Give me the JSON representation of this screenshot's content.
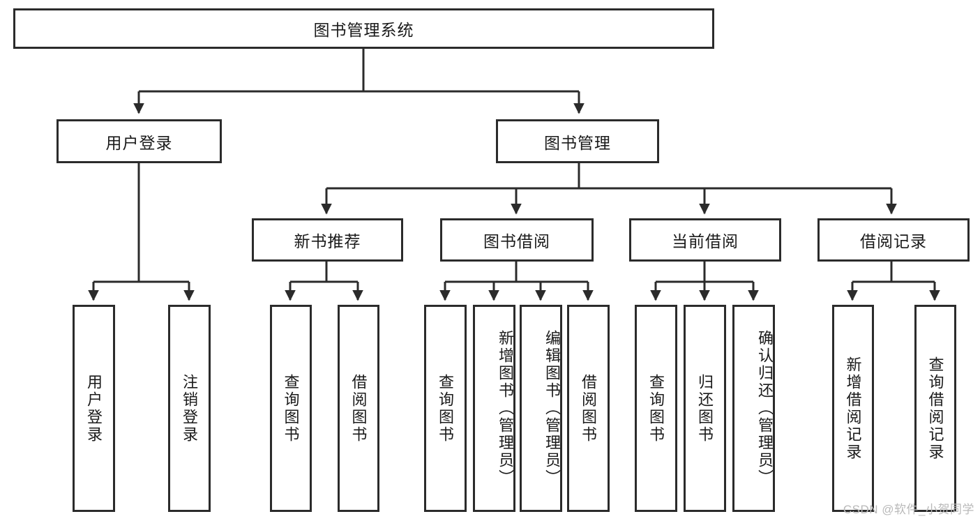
{
  "diagram": {
    "title": "图书管理系统",
    "type": "hierarchy-tree",
    "levels": 3,
    "root": {
      "id": "root",
      "label": "图书管理系统",
      "orientation": "horizontal"
    },
    "level1": [
      {
        "id": "user-login",
        "label": "用户登录",
        "orientation": "horizontal"
      },
      {
        "id": "book-management",
        "label": "图书管理",
        "orientation": "horizontal"
      }
    ],
    "level2": [
      {
        "id": "new-book-recommend",
        "label": "新书推荐",
        "orientation": "horizontal",
        "parent": "book-management"
      },
      {
        "id": "book-borrow",
        "label": "图书借阅",
        "orientation": "horizontal",
        "parent": "book-management"
      },
      {
        "id": "current-borrow",
        "label": "当前借阅",
        "orientation": "horizontal",
        "parent": "book-management"
      },
      {
        "id": "borrow-record",
        "label": "借阅记录",
        "orientation": "horizontal",
        "parent": "book-management"
      }
    ],
    "leaves": [
      {
        "id": "leaf-user-login",
        "label": "用户登录",
        "parent": "user-login"
      },
      {
        "id": "leaf-logout-login",
        "label": "注销登录",
        "parent": "user-login"
      },
      {
        "id": "leaf-query-book-1",
        "label": "查询图书",
        "parent": "new-book-recommend"
      },
      {
        "id": "leaf-borrow-book-1",
        "label": "借阅图书",
        "parent": "new-book-recommend"
      },
      {
        "id": "leaf-query-book-2",
        "label": "查询图书",
        "parent": "book-borrow"
      },
      {
        "id": "leaf-add-book",
        "label": "新增图书（管理员）",
        "parent": "book-borrow"
      },
      {
        "id": "leaf-edit-book",
        "label": "编辑图书（管理员）",
        "parent": "book-borrow"
      },
      {
        "id": "leaf-borrow-book-2",
        "label": "借阅图书",
        "parent": "book-borrow"
      },
      {
        "id": "leaf-query-book-3",
        "label": "查询图书",
        "parent": "current-borrow"
      },
      {
        "id": "leaf-return-book",
        "label": "归还图书",
        "parent": "current-borrow"
      },
      {
        "id": "leaf-confirm-return",
        "label": "确认归还（管理员）",
        "parent": "current-borrow"
      },
      {
        "id": "leaf-add-record",
        "label": "新增借阅记录",
        "parent": "borrow-record"
      },
      {
        "id": "leaf-query-record",
        "label": "查询借阅记录",
        "parent": "borrow-record"
      }
    ],
    "watermark": "CSDN @软件_小贺同学",
    "colors": {
      "stroke": "#2b2b2b",
      "background": "#ffffff",
      "text": "#1a1a1a",
      "watermark": "#b9b9b9"
    }
  }
}
